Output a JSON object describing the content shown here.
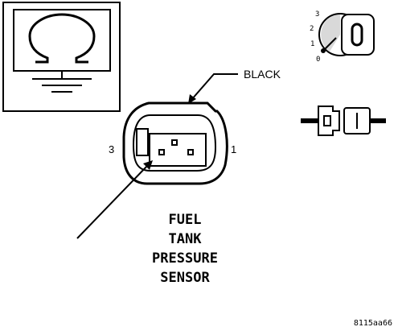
{
  "connector": {
    "color_label": "BLACK",
    "pin_left": "3",
    "pin_right": "1"
  },
  "key_switch": {
    "positions": [
      "3",
      "2",
      "1",
      "0"
    ]
  },
  "component": {
    "name_lines": [
      "FUEL",
      "TANK",
      "PRESSURE",
      "SENSOR"
    ]
  },
  "figure_code": "8115aa66",
  "icons": {
    "meter": "ohmmeter-icon",
    "ignition": "ignition-key-icon",
    "connector": "disconnected-connector-icon"
  },
  "colors": {
    "line": "#000000",
    "background": "#ffffff"
  }
}
